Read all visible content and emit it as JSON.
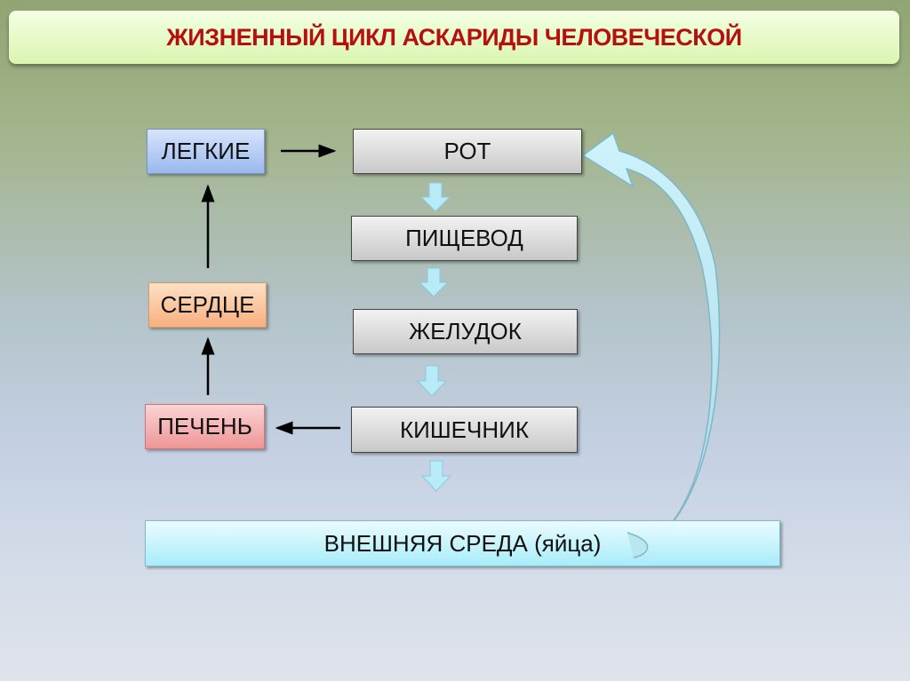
{
  "title": "ЖИЗНЕННЫЙ ЦИКЛ АСКАРИДЫ ЧЕЛОВЕЧЕСКОЙ",
  "nodes": {
    "lungs": "ЛЕГКИЕ",
    "mouth": "РОТ",
    "esophagus": "ПИЩЕВОД",
    "stomach": "ЖЕЛУДОК",
    "intestine": "КИШЕЧНИК",
    "heart": "СЕРДЦЕ",
    "liver": "ПЕЧЕНЬ",
    "environment": "ВНЕШНЯЯ СРЕДА (яйца)"
  },
  "colors": {
    "title_text": "#b50f0f"
  }
}
